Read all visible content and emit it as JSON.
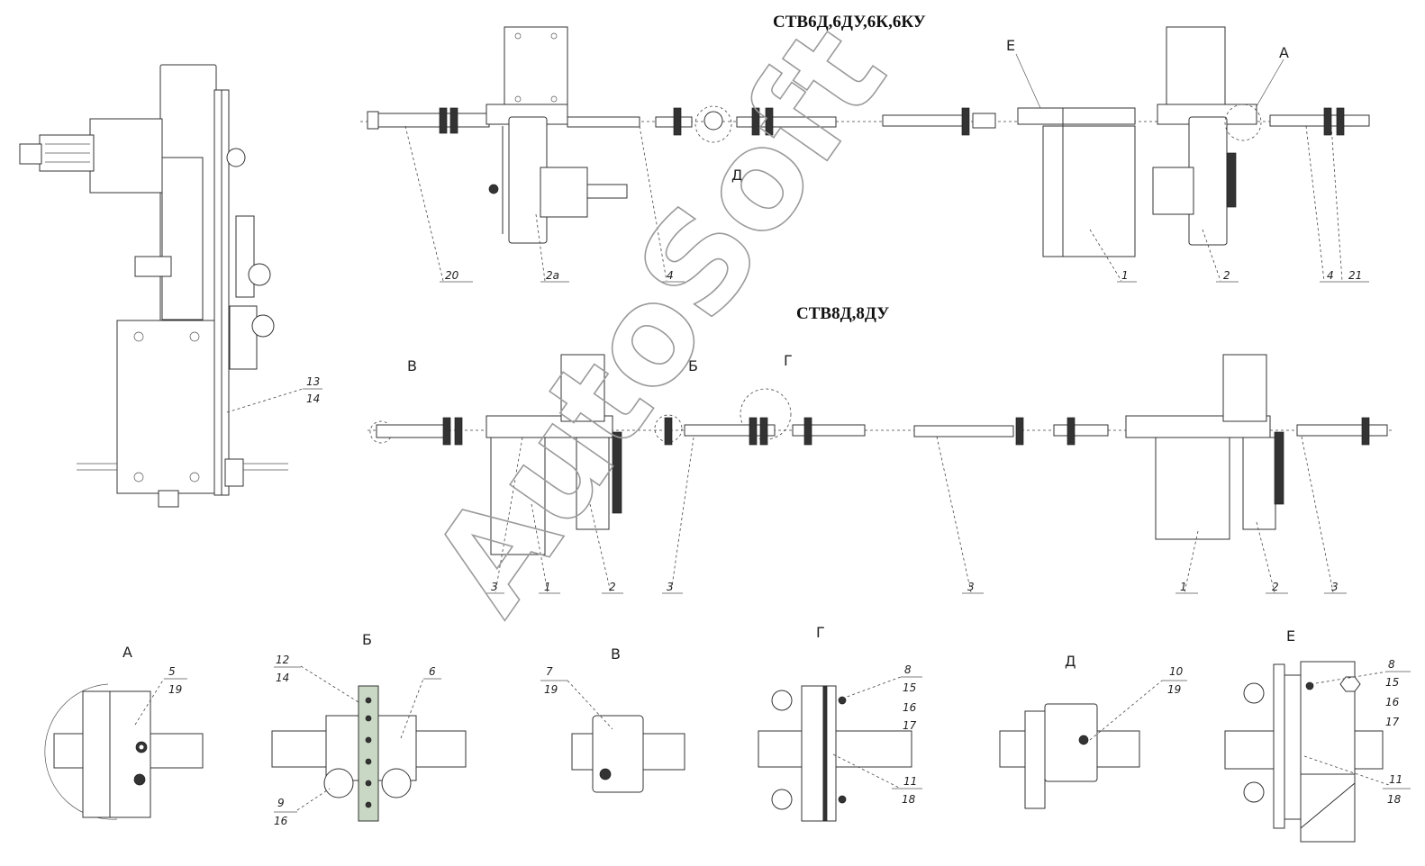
{
  "titles": {
    "top": "СТВ6Д,6ДУ,6К,6КУ",
    "middle": "СТВ8Д,8ДУ"
  },
  "watermark": "AutoSoft",
  "callouts": {
    "side_upper": "13",
    "side_lower": "14",
    "top_20": "20",
    "top_2a": "2а",
    "top_4a": "4",
    "top_D": "Д",
    "top_E": "Е",
    "top_A": "А",
    "top_1": "1",
    "top_2": "2",
    "top_4b": "4",
    "top_21": "21",
    "mid_V": "В",
    "mid_B": "Б",
    "mid_G": "Г",
    "mid_3a": "3",
    "mid_1a": "1",
    "mid_2a": "2",
    "mid_3b": "3",
    "mid_3c": "3",
    "mid_1b": "1",
    "mid_2b": "2",
    "mid_3d": "3"
  },
  "details": {
    "A": {
      "title": "А",
      "up": "5",
      "down": "19"
    },
    "B": {
      "title": "Б",
      "tl_up": "12",
      "tl_down": "14",
      "tr": "6",
      "bl_up": "9",
      "bl_down": "16"
    },
    "V": {
      "title": "В",
      "up": "7",
      "down": "19"
    },
    "G": {
      "title": "Г",
      "l1": "8",
      "l2": "15",
      "l3": "16",
      "l4": "17",
      "b1": "11",
      "b2": "18"
    },
    "D": {
      "title": "Д",
      "up": "10",
      "down": "19"
    },
    "E": {
      "title": "Е",
      "l1": "8",
      "l2": "15",
      "l3": "16",
      "l4": "17",
      "b1": "11",
      "b2": "18"
    }
  }
}
